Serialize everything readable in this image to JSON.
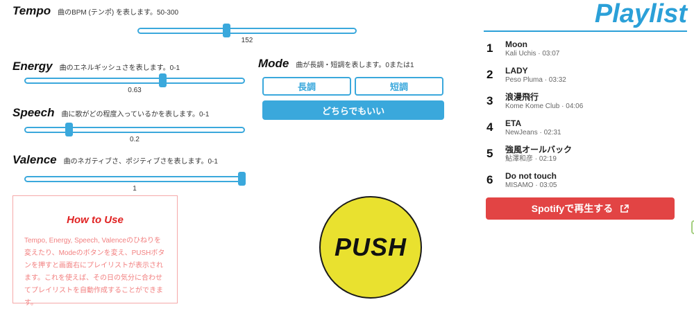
{
  "colors": {
    "accent_blue": "#3AA8DC",
    "playlist_blue": "#2BA0D8",
    "push_yellow": "#E9E12F",
    "spotify_red": "#E24444",
    "howto_red": "#E02222",
    "howto_body_red": "#F28080",
    "edge_green": "#A3CE7E"
  },
  "sliders": [
    {
      "label": "Tempo",
      "description": "曲のBPM (テンポ) を表します。50-300",
      "value": "152"
    },
    {
      "label": "Energy",
      "description": "曲のエネルギッシュさを表します。0-1",
      "value": "0.63"
    },
    {
      "label": "Speech",
      "description": "曲に歌がどの程度入っているかを表します。0-1",
      "value": "0.2"
    },
    {
      "label": "Valence",
      "description": "曲のネガティブさ、ポジティブさを表します。0-1",
      "value": "1"
    }
  ],
  "mode": {
    "label": "Mode",
    "description": "曲が長調・短調を表します。0または1",
    "major_label": "長調",
    "minor_label": "短調",
    "either_label": "どちらでもいい"
  },
  "push_label": "PUSH",
  "how_to_use": {
    "title": "How to Use",
    "body": "Tempo, Energy, Speech, Valenceのひねりを変えたり、Modeのボタンを変え、PUSHボタンを押すと画面右にプレイリストが表示されます。これを使えば、その日の気分に合わせてプレイリストを自動作成することができます。"
  },
  "playlist": {
    "title": "Playlist",
    "tracks": [
      {
        "index": "1",
        "title": "Moon",
        "subtitle": "Kali Uchis · 03:07"
      },
      {
        "index": "2",
        "title": "LADY",
        "subtitle": "Peso Pluma · 03:32"
      },
      {
        "index": "3",
        "title": "浪漫飛行",
        "subtitle": "Kome Kome Club · 04:06"
      },
      {
        "index": "4",
        "title": "ETA",
        "subtitle": "NewJeans · 02:31"
      },
      {
        "index": "5",
        "title": "強風オールバック",
        "subtitle": "鮎澤和彦 · 02:19"
      },
      {
        "index": "6",
        "title": "Do not touch",
        "subtitle": "MISAMO · 03:05"
      }
    ],
    "play_button_label": "Spotifyで再生する"
  }
}
